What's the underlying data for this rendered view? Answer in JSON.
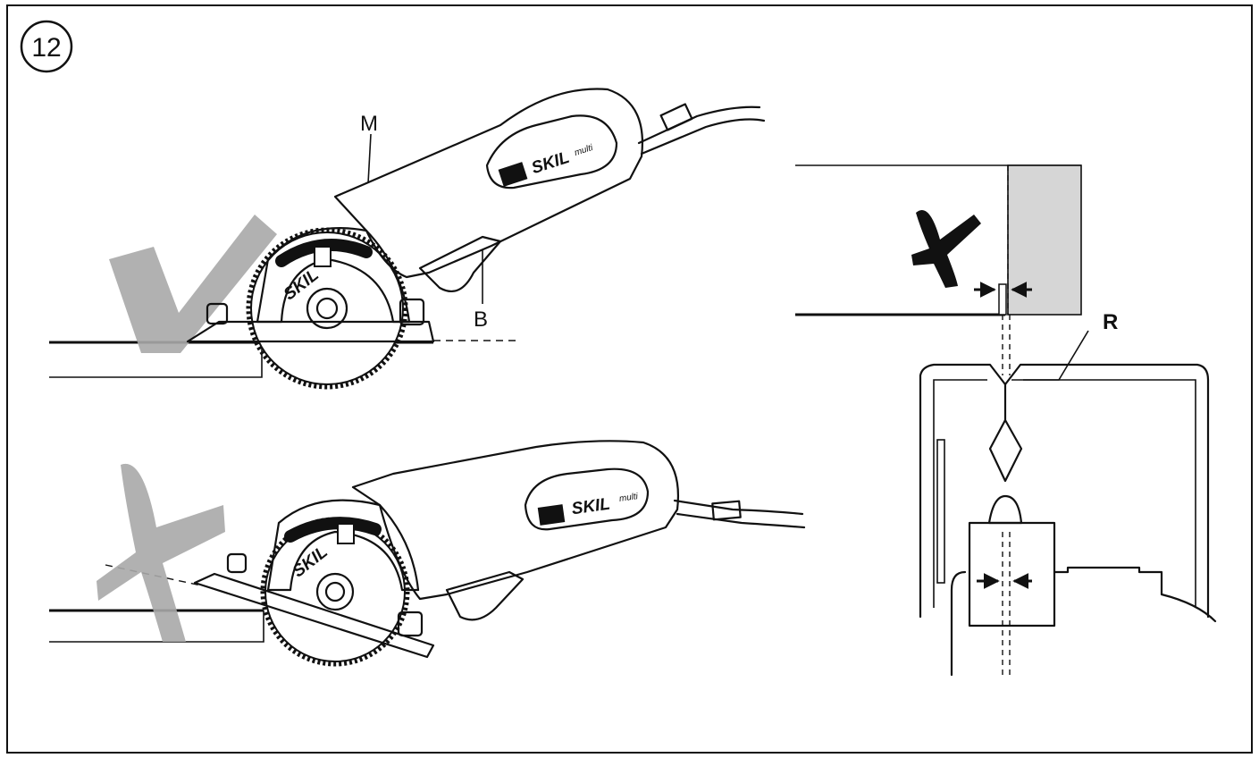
{
  "figure": {
    "number": "12"
  },
  "labels": {
    "m": "M",
    "b": "B",
    "r": "R"
  },
  "saw_brand": {
    "name": "SKIL",
    "model": "multi",
    "blade_mark": "SKIL"
  },
  "colors": {
    "line": "#111111",
    "mark_gray": "#a8a8a8",
    "workpiece_fill": "#d6d6d6",
    "background": "#ffffff"
  },
  "icons": {
    "correct": "check-mark-icon",
    "incorrect": "cross-mark-icon"
  }
}
